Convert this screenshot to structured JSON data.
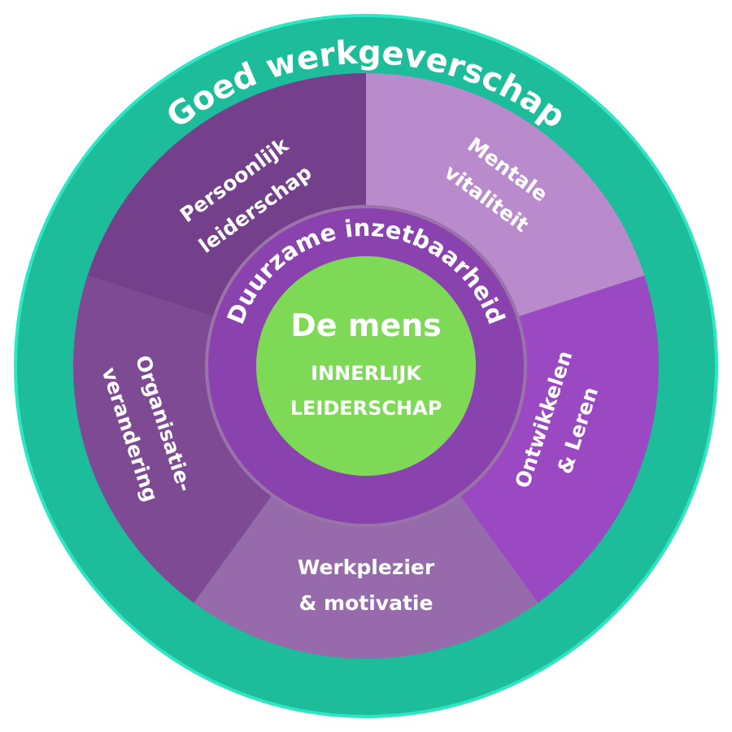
{
  "outer_ring": {
    "label": "Goed werkgeverschap",
    "color": "#1dbc9b",
    "border_color": "#2ee6c4"
  },
  "segments": [
    {
      "lines": [
        "Persoonlijk",
        "leiderschap"
      ],
      "color": "#743f8b"
    },
    {
      "lines": [
        "Mentale",
        "vitaliteit"
      ],
      "color": "#b98bcd"
    },
    {
      "lines": [
        "Ontwikkelen",
        "& Leren"
      ],
      "color": "#9b49c2"
    },
    {
      "lines": [
        "Werkplezier",
        "& motivatie"
      ],
      "color": "#976aab"
    },
    {
      "lines": [
        "Organisatie-",
        "verandering"
      ],
      "color": "#7d4a93"
    }
  ],
  "inner_ring": {
    "label": "Duurzame inzetbaarheid",
    "color": "#8a43ae",
    "border_color": "#9a73a8"
  },
  "core": {
    "title": "De mens",
    "line1": "INNERLIJK",
    "line2": "LEIDERSCHAP",
    "color": "#7ed957"
  }
}
